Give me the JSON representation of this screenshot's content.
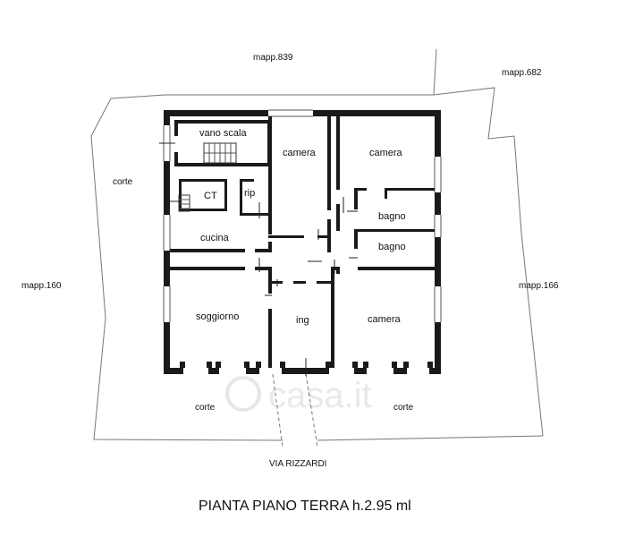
{
  "neighbors": {
    "north": "mapp.839",
    "northeast": "mapp.682",
    "west": "mapp.160",
    "east": "mapp.166"
  },
  "courtyards": {
    "west": "corte",
    "south_left": "corte",
    "south_right": "corte"
  },
  "street": "VIA RIZZARDI",
  "rooms": {
    "stair": "vano scala",
    "ct": "CT",
    "rip": "rip",
    "cucina": "cucina",
    "camera_center": "camera",
    "camera_ne": "camera",
    "bagno_1": "bagno",
    "bagno_2": "bagno",
    "soggiorno": "soggiorno",
    "ingresso": "ing",
    "camera_se": "camera"
  },
  "title": "PIANTA PIANO TERRA h.2.95 ml",
  "watermark": "casa.it"
}
